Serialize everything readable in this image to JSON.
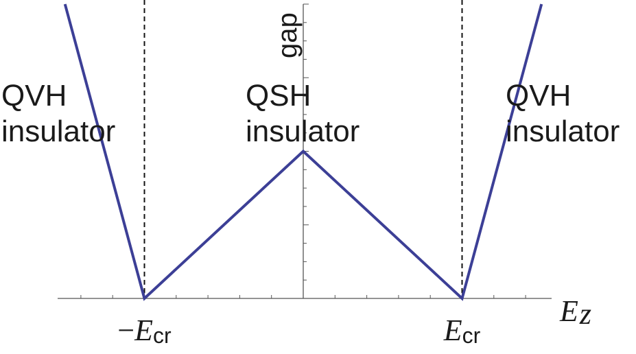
{
  "chart_data": {
    "type": "line",
    "title": "",
    "xlabel": "E",
    "xlabel_subscript": "z",
    "ylabel": "gap",
    "xlim": [
      -1.55,
      1.55
    ],
    "ylim": [
      0,
      1.86
    ],
    "critical_value": 1,
    "x_ticks": [
      {
        "x": -1,
        "label_prefix": "−",
        "label_main": "E",
        "label_sub": "cr"
      },
      {
        "x": 1,
        "label_prefix": "",
        "label_main": "E",
        "label_sub": "cr"
      }
    ],
    "series": [
      {
        "color": "#3c3f96",
        "x": [
          -1.5,
          -1.0,
          0.0,
          1.0,
          1.5
        ],
        "y": [
          1.86,
          0.0,
          0.93,
          0.0,
          1.86
        ]
      }
    ],
    "vertical_lines": [
      -1,
      1
    ],
    "annotations": [
      {
        "lines": [
          "QVH",
          "insulator"
        ]
      },
      {
        "lines": [
          "QSH",
          "insulator"
        ]
      },
      {
        "lines": [
          "QVH",
          "insulator"
        ]
      }
    ],
    "grid": false
  }
}
